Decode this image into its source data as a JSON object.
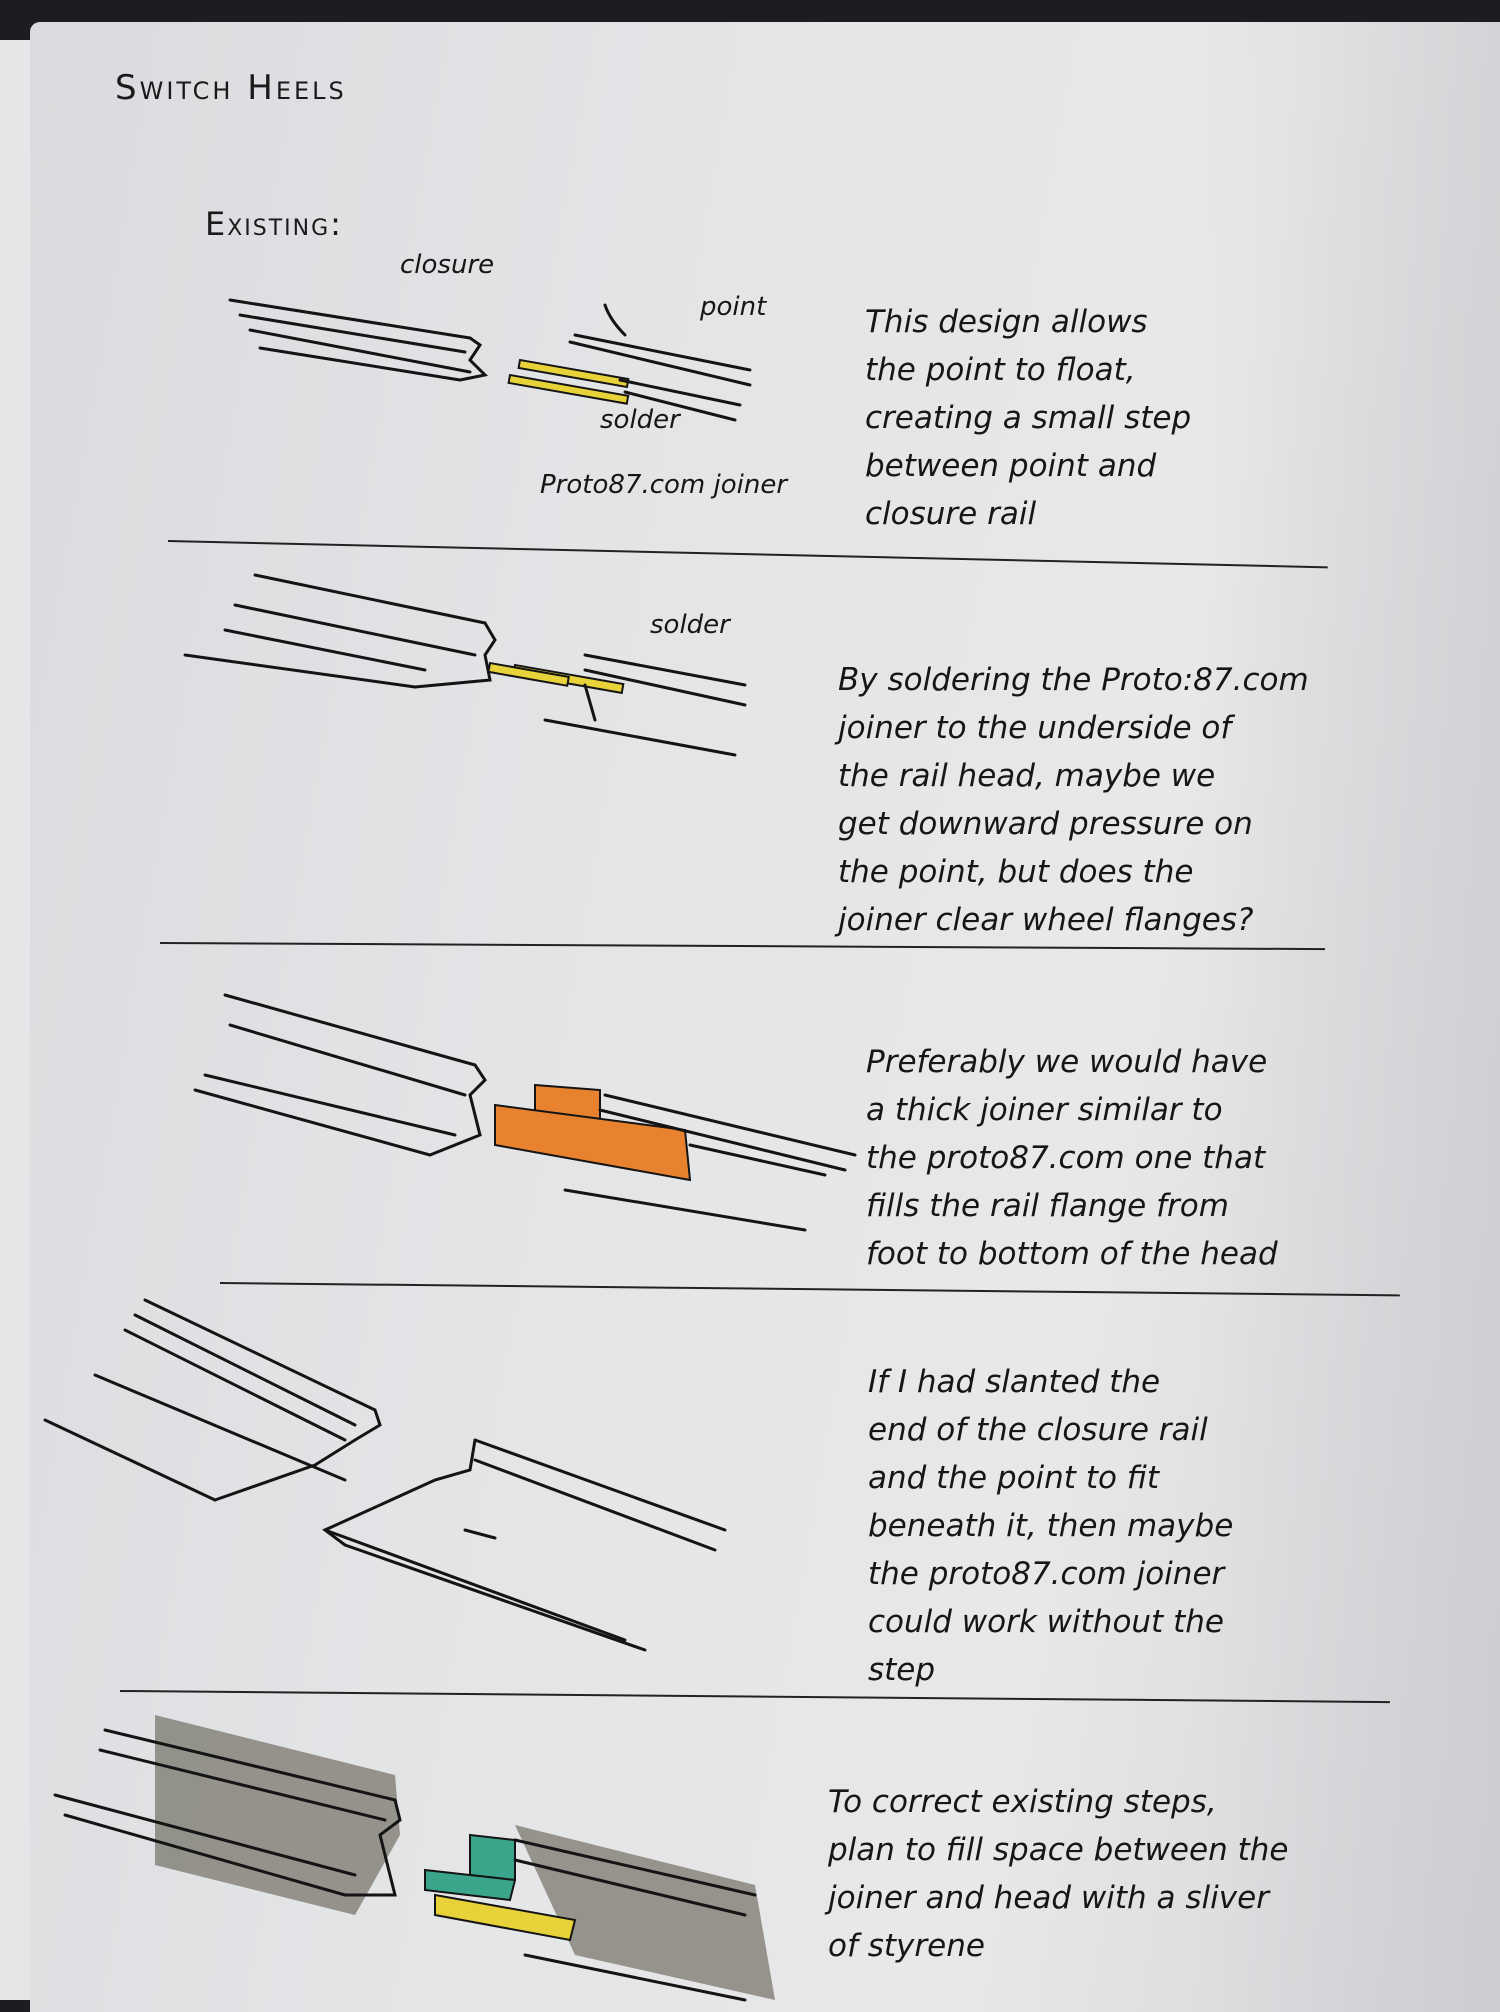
{
  "title": "Switch Heels",
  "existing_label": "Existing:",
  "sections": [
    {
      "labels": {
        "closure": "closure",
        "point": "point",
        "solder": "solder",
        "joiner": "Proto87.com joiner"
      },
      "lines": [
        "This design allows",
        "the point to float,",
        "creating a small step",
        "between point and",
        "closure rail"
      ]
    },
    {
      "labels": {
        "solder": "solder"
      },
      "lines": [
        "By soldering the Proto:87.com",
        "joiner to the underside of",
        "the rail head, maybe we",
        "get downward pressure on",
        "the point, but does the",
        "joiner clear wheel flanges?"
      ]
    },
    {
      "lines": [
        "Preferably we would have",
        "a thick joiner similar to",
        "the proto87.com one that",
        "fills the rail flange from",
        "foot to bottom of the head"
      ]
    },
    {
      "lines": [
        "If I had slanted the",
        "end of the closure rail",
        "and the point to fit",
        "beneath it, then maybe",
        "the proto87.com joiner",
        "could work without the",
        "step"
      ]
    },
    {
      "lines": [
        "To correct existing steps,",
        "plan to fill space between the",
        "joiner and head with a sliver",
        "of styrene"
      ]
    }
  ],
  "colors": {
    "yellow": "#e8d23a",
    "orange": "#e8822e",
    "teal": "#3aa58a",
    "gray": "#7a776c"
  }
}
